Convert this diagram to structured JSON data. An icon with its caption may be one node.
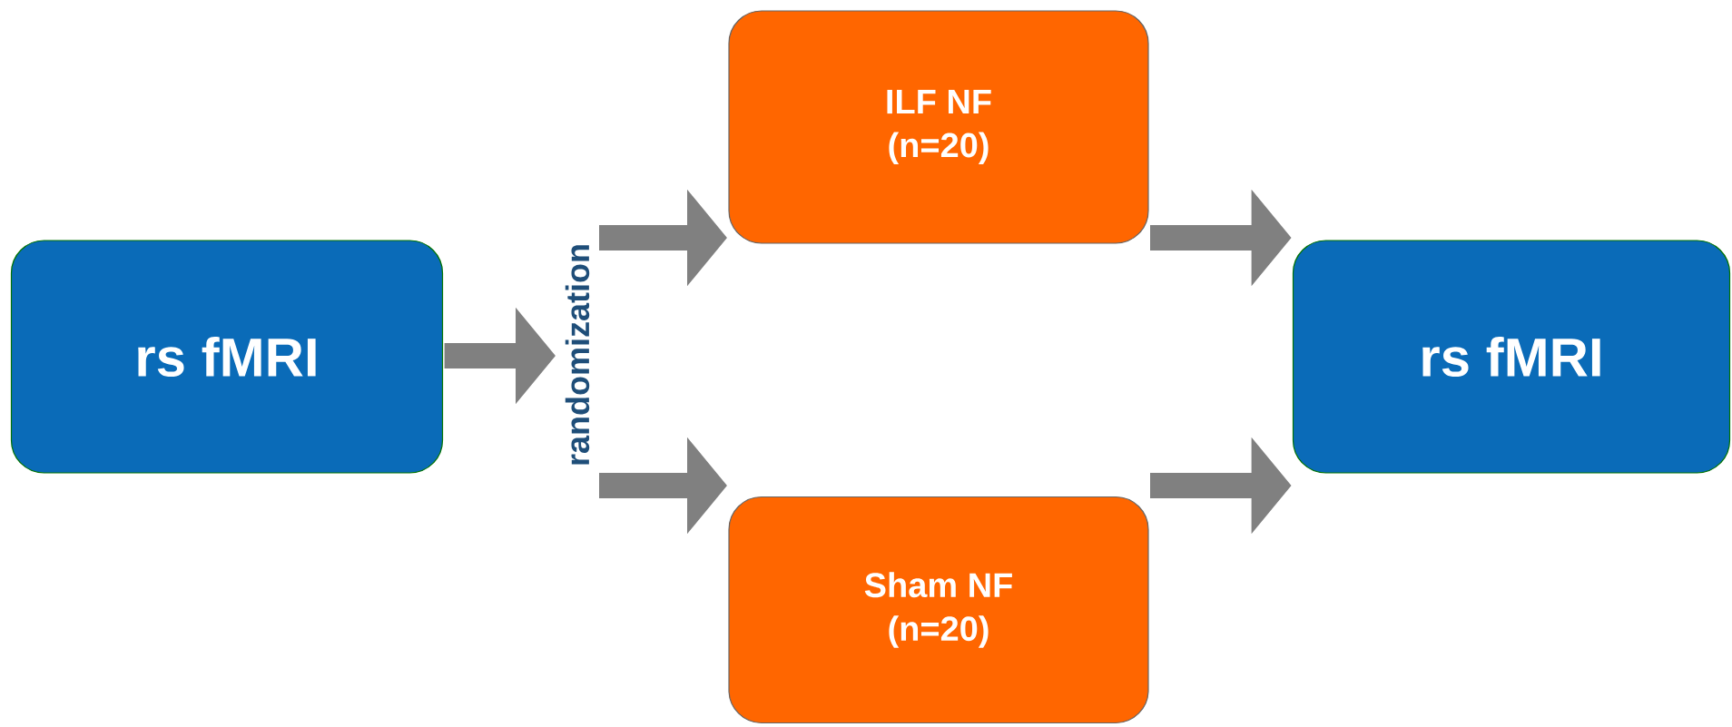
{
  "diagram": {
    "nodes": [
      {
        "text": [
          "rs fMRI"
        ]
      },
      {
        "text": [
          "randomization"
        ]
      },
      {
        "text": [
          "ILF NF",
          "(n=20)"
        ]
      },
      {
        "text": [
          "Sham NF",
          "(n=20)"
        ]
      },
      {
        "text": [
          "rs fMRI"
        ]
      }
    ],
    "edges": [
      {
        "from": 0,
        "to": 1,
        "arrow": "to"
      },
      {
        "from": 1,
        "to": 2,
        "arrow": "to"
      },
      {
        "from": 1,
        "to": 3,
        "arrow": "to"
      },
      {
        "from": 2,
        "to": 4,
        "arrow": "to"
      },
      {
        "from": 3,
        "to": 4,
        "arrow": "to"
      }
    ]
  }
}
